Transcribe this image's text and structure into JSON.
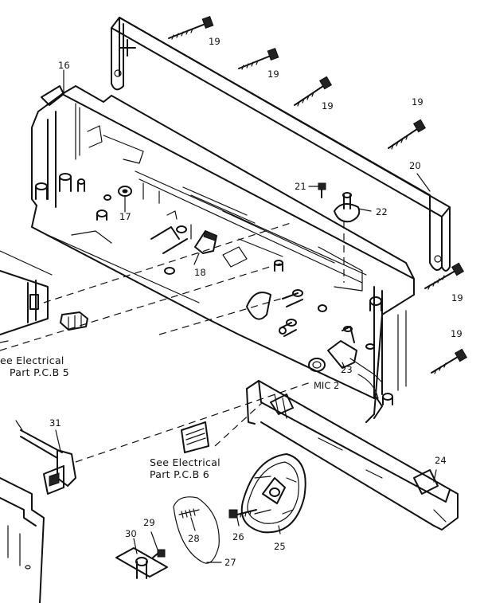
{
  "callouts": {
    "p16": "16",
    "p17": "17",
    "p18": "18",
    "p19a": "19",
    "p19b": "19",
    "p19c": "19",
    "p19d": "19",
    "p19e": "19",
    "p19f": "19",
    "p20": "20",
    "p21": "21",
    "p22": "22",
    "p23": "23",
    "p24": "24",
    "p25": "25",
    "p26": "26",
    "p27": "27",
    "p28": "28",
    "p29": "29",
    "p30": "30",
    "p31": "31",
    "mic2": "MIC 2"
  },
  "notes": {
    "pcb5_line1": "ee Electrical",
    "pcb5_line2": "Part  P.C.B 5",
    "pcb6_line1": "See Electrical",
    "pcb6_line2": "Part P.C.B 6"
  }
}
